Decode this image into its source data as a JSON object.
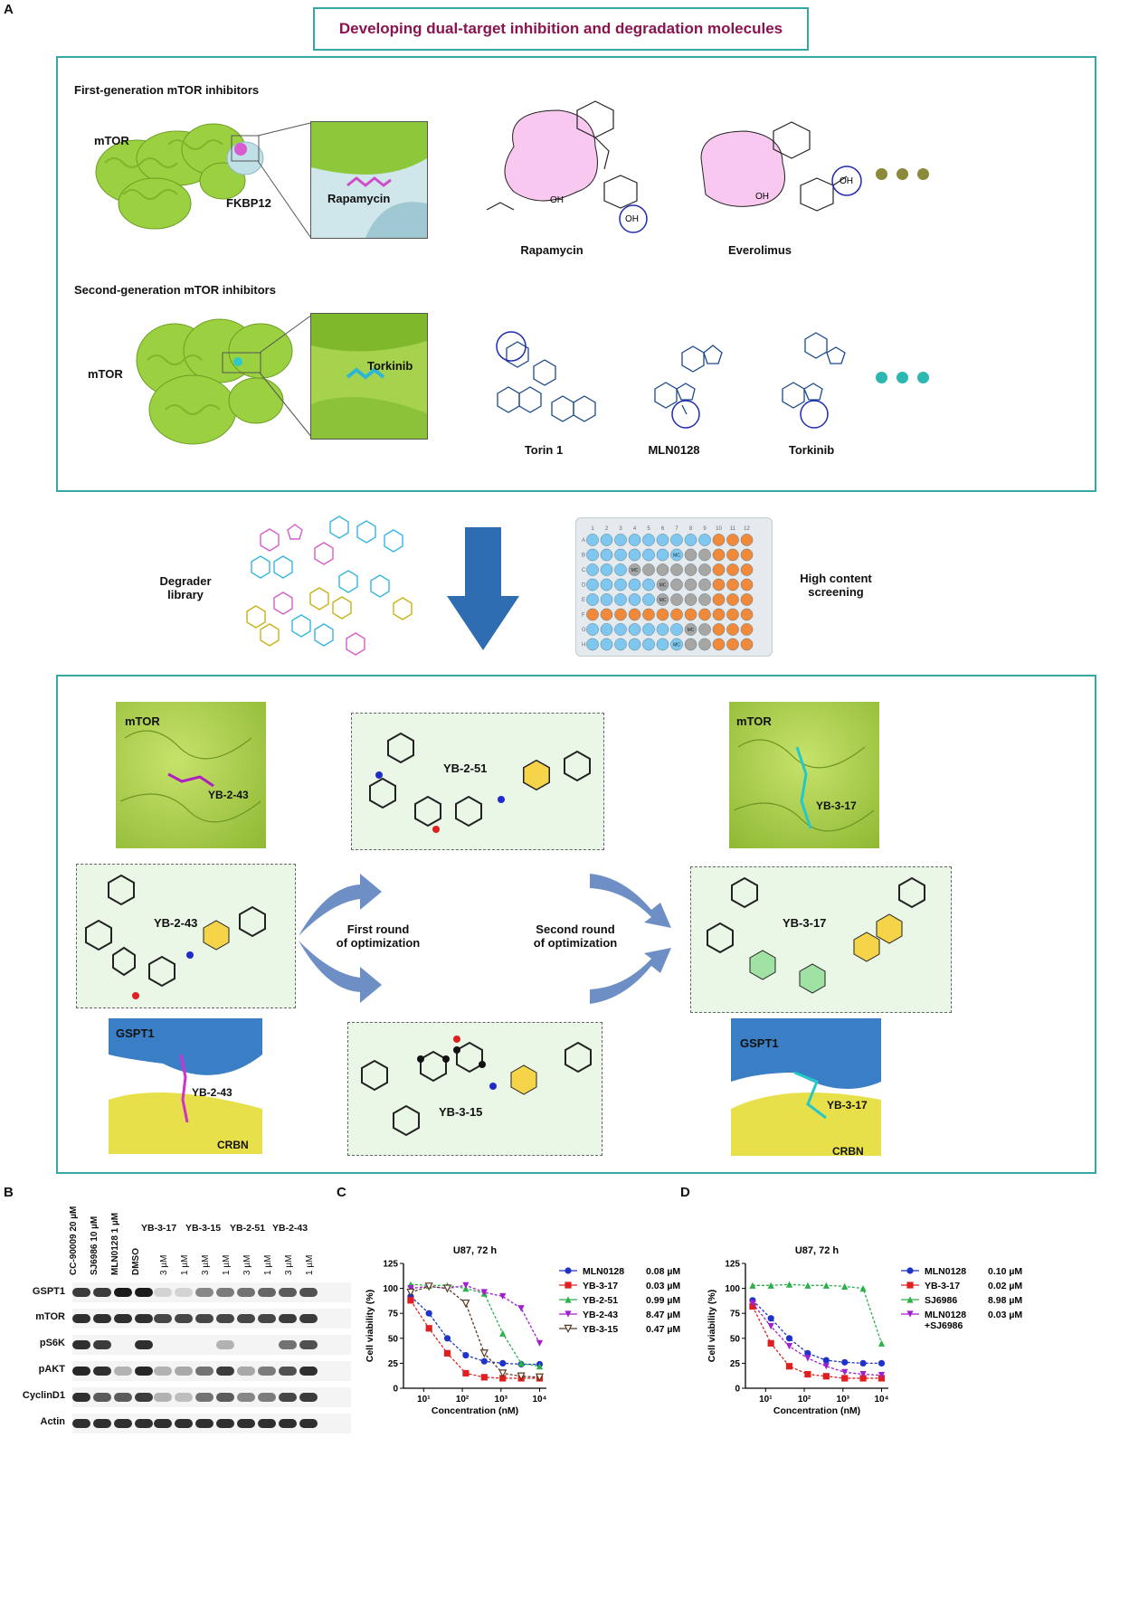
{
  "panels": {
    "a": "A",
    "b": "B",
    "c": "C",
    "d": "D"
  },
  "title": "Developing dual-target inhibition and degradation molecules",
  "first_gen": {
    "heading": "First-generation mTOR inhibitors",
    "protein_label": "mTOR",
    "partner_label": "FKBP12",
    "zoom_label": "Rapamycin",
    "compounds": [
      "Rapamycin",
      "Everolimus"
    ]
  },
  "second_gen": {
    "heading": "Second-generation mTOR inhibitors",
    "protein_label": "mTOR",
    "zoom_label": "Torkinib",
    "compounds": [
      "Torin 1",
      "MLN0128",
      "Torkinib"
    ]
  },
  "screening": {
    "library_label": "Degrader\nlibrary",
    "screen_label": "High content\nscreening",
    "plate_cols": [
      "1",
      "2",
      "3",
      "4",
      "5",
      "6",
      "7",
      "8",
      "9",
      "10",
      "11",
      "12"
    ],
    "plate_rows": [
      "A",
      "B",
      "C",
      "D",
      "E",
      "F",
      "G",
      "H"
    ],
    "mc_label": "MC"
  },
  "optimization": {
    "top_left_protein": "mTOR",
    "top_left_ligand": "YB-2-43",
    "top_right_protein": "mTOR",
    "top_right_ligand": "YB-3-17",
    "center_top": "YB-2-51",
    "left_mol": "YB-2-43",
    "right_mol": "YB-3-17",
    "center_bottom": "YB-3-15",
    "first_round": "First round\nof optimization",
    "second_round": "Second round\nof optimization",
    "left_bottom": {
      "a": "GSPT1",
      "b": "YB-2-43",
      "c": "CRBN"
    },
    "right_bottom": {
      "a": "GSPT1",
      "b": "YB-3-17",
      "c": "CRBN"
    }
  },
  "western": {
    "lane_labels": [
      "CC-90009 20 µM",
      "SJ6986 10 µM",
      "MLN0128 1 µM",
      "DMSO"
    ],
    "groups": [
      "YB-3-17",
      "YB-3-15",
      "YB-2-51",
      "YB-2-43"
    ],
    "doses": [
      "3 µM",
      "1 µM",
      "3 µM",
      "1 µM",
      "3 µM",
      "1 µM",
      "3 µM",
      "1 µM"
    ],
    "rows": [
      "GSPT1",
      "mTOR",
      "pS6K",
      "pAKT",
      "CyclinD1",
      "Actin"
    ],
    "intensities": [
      [
        0.85,
        0.85,
        1.0,
        1.0,
        0.15,
        0.15,
        0.5,
        0.55,
        0.6,
        0.65,
        0.7,
        0.75
      ],
      [
        0.9,
        0.9,
        0.9,
        0.9,
        0.8,
        0.8,
        0.8,
        0.8,
        0.8,
        0.8,
        0.85,
        0.85
      ],
      [
        0.9,
        0.85,
        0.0,
        0.9,
        0.0,
        0.0,
        0.0,
        0.3,
        0.0,
        0.0,
        0.6,
        0.75
      ],
      [
        0.95,
        0.9,
        0.3,
        0.95,
        0.3,
        0.35,
        0.6,
        0.85,
        0.35,
        0.55,
        0.75,
        0.9
      ],
      [
        0.9,
        0.7,
        0.7,
        0.85,
        0.3,
        0.25,
        0.6,
        0.7,
        0.5,
        0.55,
        0.8,
        0.85
      ],
      [
        0.9,
        0.9,
        0.9,
        0.9,
        0.9,
        0.9,
        0.9,
        0.9,
        0.9,
        0.9,
        0.9,
        0.9
      ]
    ]
  },
  "chart_data": [
    {
      "type": "line",
      "title": "U87, 72 h",
      "xlabel": "Concentration (nM)",
      "ylabel": "Cell viability (%)",
      "xscale": "log",
      "xticks": [
        "10¹",
        "10²",
        "10³",
        "10⁴"
      ],
      "yticks": [
        "0",
        "25",
        "50",
        "75",
        "100",
        "125"
      ],
      "ylim": [
        0,
        125
      ],
      "legend_position": "right",
      "series": [
        {
          "name": "MLN0128",
          "ic50": "0.08 µM",
          "color": "#1f33c8",
          "marker": "circle",
          "x": [
            4.6,
            13.7,
            41,
            123,
            370,
            1111,
            3333,
            10000
          ],
          "y": [
            92,
            75,
            50,
            33,
            27,
            25,
            24,
            24
          ]
        },
        {
          "name": "YB-3-17",
          "ic50": "0.03 µM",
          "color": "#e02020",
          "marker": "square",
          "x": [
            4.6,
            13.7,
            41,
            123,
            370,
            1111,
            3333,
            10000
          ],
          "y": [
            88,
            60,
            35,
            15,
            11,
            10,
            10,
            10
          ]
        },
        {
          "name": "YB-2-51",
          "ic50": "0.99 µM",
          "color": "#2bb14a",
          "marker": "triangle",
          "x": [
            4.6,
            13.7,
            41,
            123,
            370,
            1111,
            3333,
            10000
          ],
          "y": [
            104,
            103,
            103,
            100,
            95,
            55,
            25,
            22
          ]
        },
        {
          "name": "YB-2-43",
          "ic50": "8.47 µM",
          "color": "#a21fd0",
          "marker": "triangle-down",
          "x": [
            4.6,
            13.7,
            41,
            123,
            370,
            1111,
            3333,
            10000
          ],
          "y": [
            100,
            102,
            100,
            103,
            96,
            92,
            80,
            45
          ]
        },
        {
          "name": "YB-3-15",
          "ic50": "0.47 µM",
          "color": "#5a3a20",
          "marker": "triangle-down-open",
          "x": [
            4.6,
            13.7,
            41,
            123,
            370,
            1111,
            3333,
            10000
          ],
          "y": [
            96,
            102,
            100,
            85,
            35,
            15,
            12,
            11
          ]
        }
      ]
    },
    {
      "type": "line",
      "title": "U87, 72 h",
      "xlabel": "Concentration (nM)",
      "ylabel": "Cell viability (%)",
      "xscale": "log",
      "xticks": [
        "10¹",
        "10²",
        "10³",
        "10⁴"
      ],
      "yticks": [
        "0",
        "25",
        "50",
        "75",
        "100",
        "125"
      ],
      "ylim": [
        0,
        125
      ],
      "legend_position": "right",
      "series": [
        {
          "name": "MLN0128",
          "ic50": "0.10 µM",
          "color": "#1f33c8",
          "marker": "circle",
          "x": [
            4.6,
            13.7,
            41,
            123,
            370,
            1111,
            3333,
            10000
          ],
          "y": [
            88,
            70,
            50,
            35,
            28,
            26,
            25,
            25
          ]
        },
        {
          "name": "YB-3-17",
          "ic50": "0.02 µM",
          "color": "#e02020",
          "marker": "square",
          "x": [
            4.6,
            13.7,
            41,
            123,
            370,
            1111,
            3333,
            10000
          ],
          "y": [
            82,
            45,
            22,
            14,
            12,
            10,
            10,
            10
          ]
        },
        {
          "name": "SJ6986",
          "ic50": "8.98 µM",
          "color": "#2bb14a",
          "marker": "triangle",
          "x": [
            4.6,
            13.7,
            41,
            123,
            370,
            1111,
            3333,
            10000
          ],
          "y": [
            103,
            103,
            104,
            103,
            103,
            102,
            100,
            45
          ]
        },
        {
          "name": "MLN0128\n+SJ6986",
          "ic50": "0.03 µM",
          "color": "#a21fd0",
          "marker": "triangle-down",
          "x": [
            4.6,
            13.7,
            41,
            123,
            370,
            1111,
            3333,
            10000
          ],
          "y": [
            85,
            62,
            42,
            30,
            22,
            16,
            14,
            13
          ]
        }
      ]
    }
  ]
}
